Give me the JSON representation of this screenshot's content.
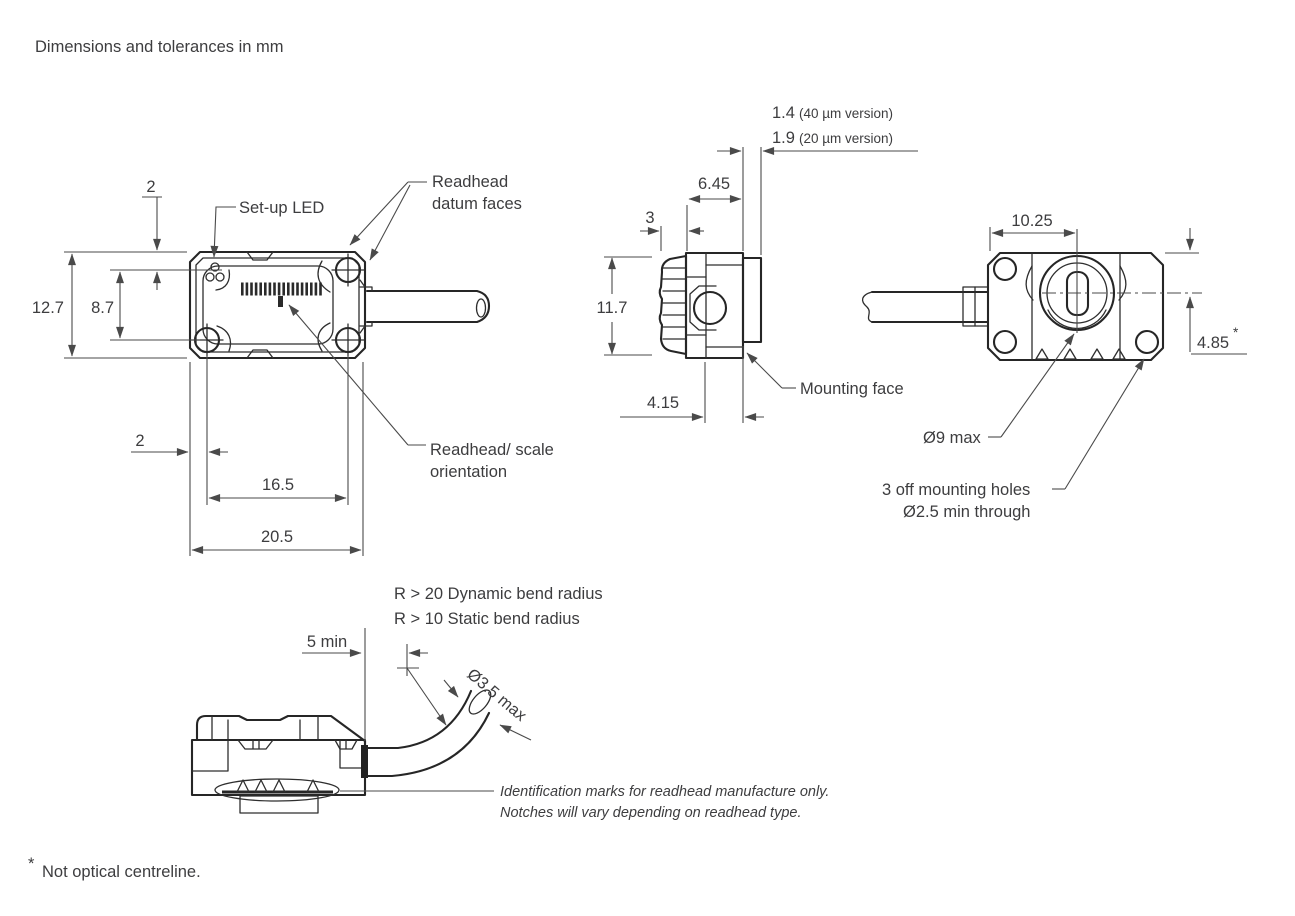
{
  "page": {
    "note": "Dimensions and tolerances in mm"
  },
  "footnote": {
    "star": "*",
    "text": "Not optical centreline."
  },
  "top_view": {
    "dim_offset_top": "2",
    "dim_height": "12.7",
    "dim_led_height": "8.7",
    "dim_offset_left": "2",
    "dim_hole_spacing": "16.5",
    "dim_width": "20.5",
    "label_setup_led": "Set-up LED",
    "label_datum_1": "Readhead",
    "label_datum_2": "datum faces",
    "label_orientation_1": "Readhead/ scale",
    "label_orientation_2": "orientation"
  },
  "side_view": {
    "dim_cap": "3",
    "dim_depth": "6.45",
    "dim_height": "11.7",
    "dim_base": "4.15",
    "dim_gap_a": "1.4",
    "dim_gap_a_note": "(40 µm version)",
    "dim_gap_b": "1.9",
    "dim_gap_b_note": "(20 µm version)",
    "label_mounting_face": "Mounting face"
  },
  "underside_view": {
    "dim_lens_offset": "10.25",
    "dim_centreline": "4.85",
    "dim_centreline_star": "*",
    "label_lens": "Ø9 max",
    "label_holes_1": "3 off mounting holes",
    "label_holes_2": "Ø2.5 min through"
  },
  "cable_view": {
    "note_dynamic": "R > 20 Dynamic bend radius",
    "note_static": "R > 10 Static bend radius",
    "dim_straight": "5 min",
    "label_cable_dia": "Ø3.5 max",
    "note_id_1": "Identification marks for readhead manufacture only.",
    "note_id_2": "Notches will vary depending on readhead type."
  }
}
